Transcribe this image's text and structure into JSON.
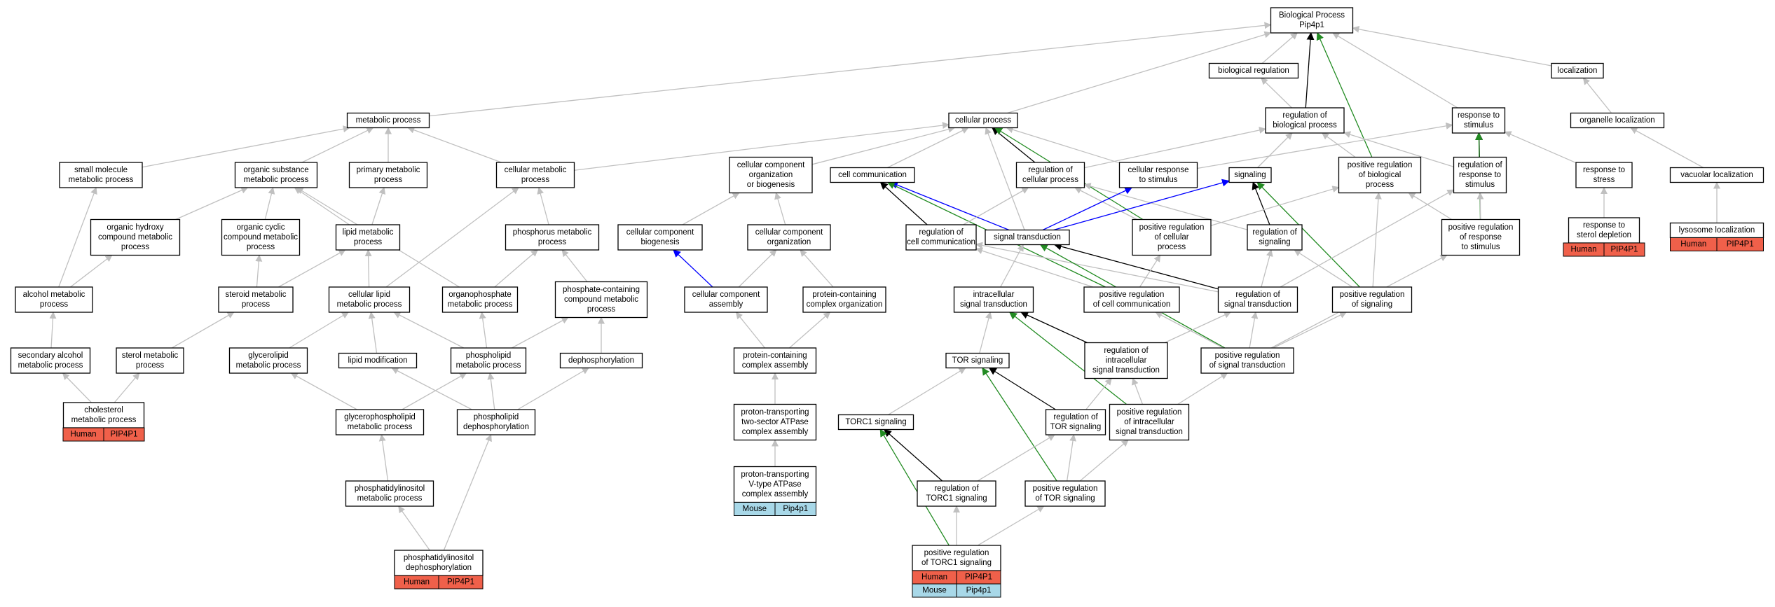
{
  "colors": {
    "gray": "#c0c0c0",
    "black": "#000000",
    "green": "#228b22",
    "blue": "#0000ff",
    "human": "#f0604a",
    "mouse": "#a8d8e8"
  },
  "nodes": [
    {
      "id": "bp",
      "lines": [
        "Biological Process",
        "Pip4p1"
      ]
    },
    {
      "id": "bioreg",
      "lines": [
        "biological regulation"
      ]
    },
    {
      "id": "loc",
      "lines": [
        "localization"
      ]
    },
    {
      "id": "metab",
      "lines": [
        "metabolic process"
      ]
    },
    {
      "id": "cellproc",
      "lines": [
        "cellular process"
      ]
    },
    {
      "id": "regbio",
      "lines": [
        "regulation of",
        "biological process"
      ]
    },
    {
      "id": "respstim",
      "lines": [
        "response to",
        "stimulus"
      ]
    },
    {
      "id": "organloc",
      "lines": [
        "organelle localization"
      ]
    },
    {
      "id": "smallmol",
      "lines": [
        "small molecule",
        "metabolic process"
      ]
    },
    {
      "id": "orgsub",
      "lines": [
        "organic substance",
        "metabolic process"
      ]
    },
    {
      "id": "primary",
      "lines": [
        "primary metabolic",
        "process"
      ]
    },
    {
      "id": "cellmet",
      "lines": [
        "cellular metabolic",
        "process"
      ]
    },
    {
      "id": "ccorg",
      "lines": [
        "cellular component",
        "organization",
        "or biogenesis"
      ]
    },
    {
      "id": "cellcomm",
      "lines": [
        "cell communication"
      ]
    },
    {
      "id": "regcell",
      "lines": [
        "regulation of",
        "cellular process"
      ]
    },
    {
      "id": "cellresp",
      "lines": [
        "cellular response",
        "to stimulus"
      ]
    },
    {
      "id": "signaling",
      "lines": [
        "signaling"
      ]
    },
    {
      "id": "posregbio",
      "lines": [
        "positive regulation",
        "of biological",
        "process"
      ]
    },
    {
      "id": "regresp",
      "lines": [
        "regulation of",
        "response to",
        "stimulus"
      ]
    },
    {
      "id": "respstress",
      "lines": [
        "response to",
        "stress"
      ]
    },
    {
      "id": "vacloc",
      "lines": [
        "vacuolar localization"
      ]
    },
    {
      "id": "orghydroxy",
      "lines": [
        "organic hydroxy",
        "compound metabolic",
        "process"
      ]
    },
    {
      "id": "orgcyclic",
      "lines": [
        "organic cyclic",
        "compound metabolic",
        "process"
      ]
    },
    {
      "id": "lipidmet",
      "lines": [
        "lipid metabolic",
        "process"
      ]
    },
    {
      "id": "phosmet",
      "lines": [
        "phosphorus metabolic",
        "process"
      ]
    },
    {
      "id": "ccbio",
      "lines": [
        "cellular component",
        "biogenesis"
      ]
    },
    {
      "id": "ccorgz",
      "lines": [
        "cellular component",
        "organization"
      ]
    },
    {
      "id": "regcellcomm",
      "lines": [
        "regulation of",
        "cell communication"
      ]
    },
    {
      "id": "sigtrans",
      "lines": [
        "signal transduction"
      ]
    },
    {
      "id": "posregcell",
      "lines": [
        "positive regulation",
        "of cellular",
        "process"
      ]
    },
    {
      "id": "regsig",
      "lines": [
        "regulation of",
        "signaling"
      ]
    },
    {
      "id": "posregresp",
      "lines": [
        "positive regulation",
        "of response",
        "to stimulus"
      ]
    },
    {
      "id": "respsterol",
      "lines": [
        "response to",
        "sterol depletion"
      ],
      "tags": [
        [
          "human",
          "Human",
          "PIP4P1"
        ]
      ]
    },
    {
      "id": "lysloc",
      "lines": [
        "lysosome localization"
      ],
      "tags": [
        [
          "human",
          "Human",
          "PIP4P1"
        ]
      ]
    },
    {
      "id": "alcmet",
      "lines": [
        "alcohol metabolic",
        "process"
      ]
    },
    {
      "id": "steroid",
      "lines": [
        "steroid metabolic",
        "process"
      ]
    },
    {
      "id": "celllipid",
      "lines": [
        "cellular lipid",
        "metabolic process"
      ]
    },
    {
      "id": "organophos",
      "lines": [
        "organophosphate",
        "metabolic process"
      ]
    },
    {
      "id": "phoscont",
      "lines": [
        "phosphate-containing",
        "compound metabolic",
        "process"
      ]
    },
    {
      "id": "ccassembly",
      "lines": [
        "cellular component",
        "assembly"
      ]
    },
    {
      "id": "protcomplex",
      "lines": [
        "protein-containing",
        "complex organization"
      ]
    },
    {
      "id": "intracell",
      "lines": [
        "intracellular",
        "signal transduction"
      ]
    },
    {
      "id": "posregcellcomm",
      "lines": [
        "positive regulation",
        "of cell communication"
      ]
    },
    {
      "id": "regsigtrans",
      "lines": [
        "regulation of",
        "signal transduction"
      ]
    },
    {
      "id": "posregsig",
      "lines": [
        "positive regulation",
        "of signaling"
      ]
    },
    {
      "id": "secalc",
      "lines": [
        "secondary alcohol",
        "metabolic process"
      ]
    },
    {
      "id": "sterol",
      "lines": [
        "sterol metabolic",
        "process"
      ]
    },
    {
      "id": "glycerolipid",
      "lines": [
        "glycerolipid",
        "metabolic process"
      ]
    },
    {
      "id": "lipidmod",
      "lines": [
        "lipid modification"
      ]
    },
    {
      "id": "phospholipid",
      "lines": [
        "phospholipid",
        "metabolic process"
      ]
    },
    {
      "id": "dephos",
      "lines": [
        "dephosphorylation"
      ]
    },
    {
      "id": "protassembly",
      "lines": [
        "protein-containing",
        "complex assembly"
      ]
    },
    {
      "id": "tor",
      "lines": [
        "TOR signaling"
      ]
    },
    {
      "id": "regintra",
      "lines": [
        "regulation of",
        "intracellular",
        "signal transduction"
      ]
    },
    {
      "id": "posregsigtrans",
      "lines": [
        "positive regulation",
        "of signal transduction"
      ]
    },
    {
      "id": "cholesterol",
      "lines": [
        "cholesterol",
        "metabolic process"
      ],
      "tags": [
        [
          "human",
          "Human",
          "PIP4P1"
        ]
      ]
    },
    {
      "id": "glycerophos",
      "lines": [
        "glycerophospholipid",
        "metabolic process"
      ]
    },
    {
      "id": "phosdephos",
      "lines": [
        "phospholipid",
        "dephosphorylation"
      ]
    },
    {
      "id": "protontwo",
      "lines": [
        "proton-transporting",
        "two-sector ATPase",
        "complex assembly"
      ]
    },
    {
      "id": "torc1",
      "lines": [
        "TORC1 signaling"
      ]
    },
    {
      "id": "regtor",
      "lines": [
        "regulation of",
        "TOR signaling"
      ]
    },
    {
      "id": "posregintra",
      "lines": [
        "positive regulation",
        "of intracellular",
        "signal transduction"
      ]
    },
    {
      "id": "phosinos",
      "lines": [
        "phosphatidylinositol",
        "metabolic process"
      ]
    },
    {
      "id": "protonv",
      "lines": [
        "proton-transporting",
        "V-type ATPase",
        "complex assembly"
      ],
      "tags": [
        [
          "mouse",
          "Mouse",
          "Pip4p1"
        ]
      ]
    },
    {
      "id": "regtorc1",
      "lines": [
        "regulation of",
        "TORC1 signaling"
      ]
    },
    {
      "id": "posregtor",
      "lines": [
        "positive regulation",
        "of TOR signaling"
      ]
    },
    {
      "id": "phosinosdephos",
      "lines": [
        "phosphatidylinositol",
        "dephosphorylation"
      ],
      "tags": [
        [
          "human",
          "Human",
          "PIP4P1"
        ]
      ]
    },
    {
      "id": "posregtorc1",
      "lines": [
        "positive regulation",
        "of TORC1 signaling"
      ],
      "tags": [
        [
          "human",
          "Human",
          "PIP4P1"
        ],
        [
          "mouse",
          "Mouse",
          "Pip4p1"
        ]
      ]
    }
  ],
  "edges": [
    [
      "bioreg",
      "bp",
      "gray"
    ],
    [
      "loc",
      "bp",
      "gray"
    ],
    [
      "metab",
      "bp",
      "gray"
    ],
    [
      "cellproc",
      "bp",
      "gray"
    ],
    [
      "regbio",
      "bp",
      "black"
    ],
    [
      "respstim",
      "bp",
      "gray"
    ],
    [
      "posregbio",
      "bp",
      "green"
    ],
    [
      "regbio",
      "bioreg",
      "gray"
    ],
    [
      "organloc",
      "loc",
      "gray"
    ],
    [
      "smallmol",
      "metab",
      "gray"
    ],
    [
      "orgsub",
      "metab",
      "gray"
    ],
    [
      "primary",
      "metab",
      "gray"
    ],
    [
      "cellmet",
      "metab",
      "gray"
    ],
    [
      "ccorg",
      "cellproc",
      "gray"
    ],
    [
      "cellcomm",
      "cellproc",
      "gray"
    ],
    [
      "regcell",
      "cellproc",
      "black"
    ],
    [
      "cellresp",
      "cellproc",
      "gray"
    ],
    [
      "posregcell",
      "cellproc",
      "green"
    ],
    [
      "sigtrans",
      "cellproc",
      "gray"
    ],
    [
      "cellmet",
      "cellproc",
      "gray"
    ],
    [
      "regcell",
      "regbio",
      "gray"
    ],
    [
      "posregbio",
      "regbio",
      "gray"
    ],
    [
      "regresp",
      "regbio",
      "gray"
    ],
    [
      "signaling",
      "regbio",
      "gray"
    ],
    [
      "cellresp",
      "respstim",
      "gray"
    ],
    [
      "regresp",
      "respstim",
      "black"
    ],
    [
      "respstress",
      "respstim",
      "gray"
    ],
    [
      "posregresp",
      "respstim",
      "green"
    ],
    [
      "vacloc",
      "organloc",
      "gray"
    ],
    [
      "alcmet",
      "smallmol",
      "gray"
    ],
    [
      "orghydroxy",
      "orgsub",
      "gray"
    ],
    [
      "orgcyclic",
      "orgsub",
      "gray"
    ],
    [
      "lipidmet",
      "orgsub",
      "gray"
    ],
    [
      "organophos",
      "orgsub",
      "gray"
    ],
    [
      "lipidmet",
      "primary",
      "gray"
    ],
    [
      "phosmet",
      "cellmet",
      "gray"
    ],
    [
      "celllipid",
      "cellmet",
      "gray"
    ],
    [
      "ccbio",
      "ccorg",
      "gray"
    ],
    [
      "ccorgz",
      "ccorg",
      "gray"
    ],
    [
      "regcellcomm",
      "cellcomm",
      "black"
    ],
    [
      "sigtrans",
      "cellcomm",
      "blue"
    ],
    [
      "posregcellcomm",
      "cellcomm",
      "green"
    ],
    [
      "regcellcomm",
      "regcell",
      "gray"
    ],
    [
      "posregcell",
      "regcell",
      "gray"
    ],
    [
      "regsig",
      "regcell",
      "gray"
    ],
    [
      "sigtrans",
      "cellresp",
      "blue"
    ],
    [
      "sigtrans",
      "signaling",
      "blue"
    ],
    [
      "regsig",
      "signaling",
      "black"
    ],
    [
      "posregsig",
      "signaling",
      "green"
    ],
    [
      "posregcell",
      "posregbio",
      "gray"
    ],
    [
      "posregsig",
      "posregbio",
      "gray"
    ],
    [
      "posregresp",
      "posregbio",
      "gray"
    ],
    [
      "posregresp",
      "regresp",
      "gray"
    ],
    [
      "regsigtrans",
      "regresp",
      "gray"
    ],
    [
      "respsterol",
      "respstress",
      "gray"
    ],
    [
      "lysloc",
      "vacloc",
      "gray"
    ],
    [
      "alcmet",
      "orghydroxy",
      "gray"
    ],
    [
      "steroid",
      "orgcyclic",
      "gray"
    ],
    [
      "steroid",
      "lipidmet",
      "gray"
    ],
    [
      "celllipid",
      "lipidmet",
      "gray"
    ],
    [
      "organophos",
      "phosmet",
      "gray"
    ],
    [
      "phoscont",
      "phosmet",
      "gray"
    ],
    [
      "ccassembly",
      "ccbio",
      "blue"
    ],
    [
      "ccassembly",
      "ccorgz",
      "gray"
    ],
    [
      "protcomplex",
      "ccorgz",
      "gray"
    ],
    [
      "posregcellcomm",
      "regcellcomm",
      "gray"
    ],
    [
      "regsigtrans",
      "regcellcomm",
      "gray"
    ],
    [
      "intracell",
      "sigtrans",
      "gray"
    ],
    [
      "regsigtrans",
      "sigtrans",
      "black"
    ],
    [
      "posregsigtrans",
      "sigtrans",
      "green"
    ],
    [
      "posregcellcomm",
      "posregcell",
      "gray"
    ],
    [
      "regsigtrans",
      "regsig",
      "gray"
    ],
    [
      "posregsig",
      "regsig",
      "gray"
    ],
    [
      "posregsigtrans",
      "posregresp",
      "gray"
    ],
    [
      "secalc",
      "alcmet",
      "gray"
    ],
    [
      "sterol",
      "steroid",
      "gray"
    ],
    [
      "phospholipid",
      "celllipid",
      "gray"
    ],
    [
      "lipidmod",
      "celllipid",
      "gray"
    ],
    [
      "glycerolipid",
      "celllipid",
      "gray"
    ],
    [
      "phospholipid",
      "organophos",
      "gray"
    ],
    [
      "phospholipid",
      "phoscont",
      "gray"
    ],
    [
      "dephos",
      "phoscont",
      "gray"
    ],
    [
      "protassembly",
      "ccassembly",
      "gray"
    ],
    [
      "protassembly",
      "protcomplex",
      "gray"
    ],
    [
      "tor",
      "intracell",
      "gray"
    ],
    [
      "regintra",
      "intracell",
      "black"
    ],
    [
      "posregintra",
      "intracell",
      "green"
    ],
    [
      "regintra",
      "regsigtrans",
      "gray"
    ],
    [
      "posregsigtrans",
      "regsigtrans",
      "gray"
    ],
    [
      "posregsigtrans",
      "posregsig",
      "gray"
    ],
    [
      "posregsigtrans",
      "posregcellcomm",
      "gray"
    ],
    [
      "cholesterol",
      "secalc",
      "gray"
    ],
    [
      "cholesterol",
      "sterol",
      "gray"
    ],
    [
      "glycerophos",
      "glycerolipid",
      "gray"
    ],
    [
      "glycerophos",
      "phospholipid",
      "gray"
    ],
    [
      "phosdephos",
      "phospholipid",
      "gray"
    ],
    [
      "phosdephos",
      "lipidmod",
      "gray"
    ],
    [
      "phosdephos",
      "dephos",
      "gray"
    ],
    [
      "protontwo",
      "protassembly",
      "gray"
    ],
    [
      "torc1",
      "tor",
      "gray"
    ],
    [
      "regtor",
      "tor",
      "black"
    ],
    [
      "posregtor",
      "tor",
      "green"
    ],
    [
      "regtor",
      "regintra",
      "gray"
    ],
    [
      "posregintra",
      "regintra",
      "gray"
    ],
    [
      "posregintra",
      "posregsigtrans",
      "gray"
    ],
    [
      "phosinos",
      "glycerophos",
      "gray"
    ],
    [
      "protonv",
      "protontwo",
      "gray"
    ],
    [
      "regtorc1",
      "torc1",
      "black"
    ],
    [
      "posregtorc1",
      "torc1",
      "green"
    ],
    [
      "regtorc1",
      "regtor",
      "gray"
    ],
    [
      "posregtor",
      "regtor",
      "gray"
    ],
    [
      "posregtor",
      "posregintra",
      "gray"
    ],
    [
      "phosinosdephos",
      "phosinos",
      "gray"
    ],
    [
      "phosinosdephos",
      "phosdephos",
      "gray"
    ],
    [
      "posregtorc1",
      "regtorc1",
      "gray"
    ],
    [
      "posregtorc1",
      "posregtor",
      "gray"
    ]
  ]
}
